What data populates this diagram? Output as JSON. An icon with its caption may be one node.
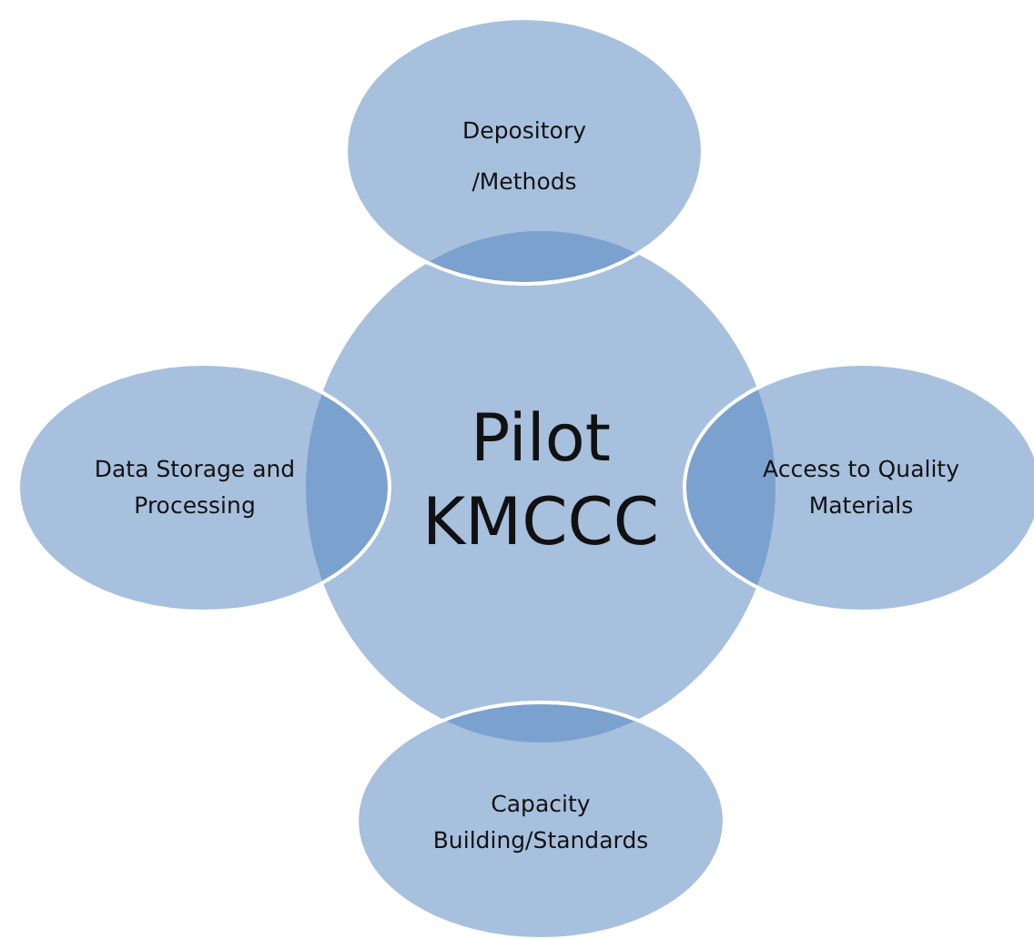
{
  "diagram": {
    "nodes": [
      {
        "text": [
          "Pilot KMCCC"
        ]
      },
      {
        "text": [
          "Depository /Methods"
        ]
      },
      {
        "text": [
          "Data Storage and Processing"
        ]
      },
      {
        "text": [
          "Access to Quality Materials"
        ]
      },
      {
        "text": [
          "Capacity Building/Standards"
        ]
      }
    ]
  }
}
